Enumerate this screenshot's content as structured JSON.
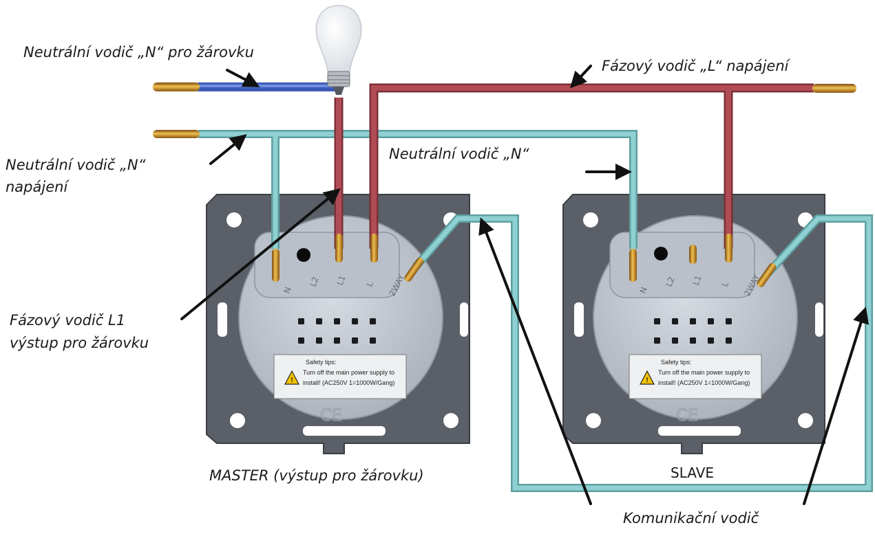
{
  "labels": {
    "neutral_bulb": "Neutrální vodič „N“ pro žárovku",
    "phase_supply": "Fázový vodič „L“ napájení",
    "neutral_supply_1": "Neutrální vodič „N“",
    "neutral_supply_2": "napájení",
    "neutral_mid": "Neutrální vodič „N“",
    "phase_l1_1": "Fázový vodič L1",
    "phase_l1_2": "výstup pro žárovku",
    "master": "MASTER (výstup pro žárovku)",
    "slave": "SLAVE",
    "comm": "Komunikační vodič"
  },
  "terminals": [
    "N",
    "L2",
    "L1",
    "L",
    "2WAY"
  ],
  "safety": {
    "line1": "Safety tips:",
    "line2": "Turn off the main power supply to",
    "line3": "install! (AC250V 1=1000W/Gang)"
  },
  "colors": {
    "neutral_blue": "#3f5fbf",
    "neutral_teal": "#7cc4c6",
    "phase_red": "#a8444c",
    "plate": "#5c6068",
    "module": "#c5cbd3",
    "copper": "#d49a2a"
  }
}
